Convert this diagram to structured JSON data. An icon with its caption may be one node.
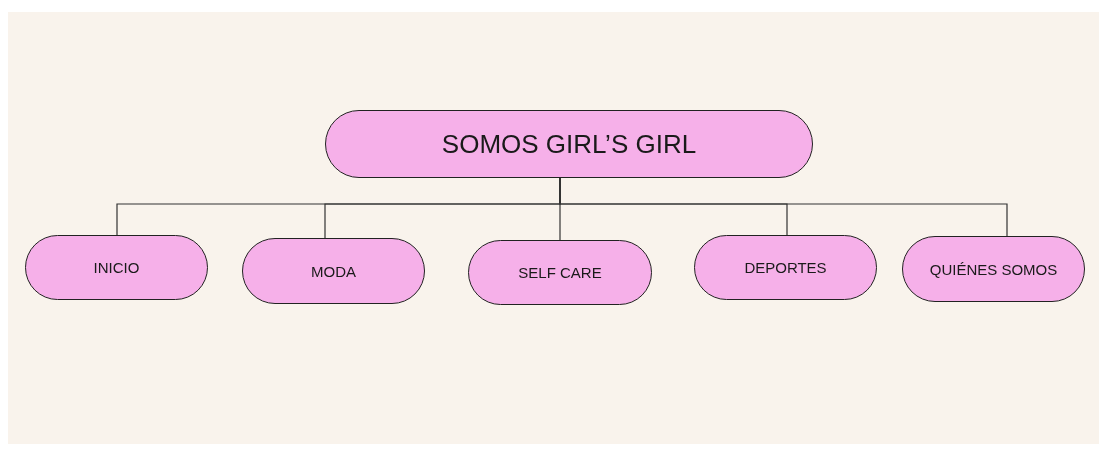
{
  "diagram": {
    "nodes": [
      {
        "text": [
          "SOMOS GIRL’S GIRL"
        ]
      },
      {
        "text": [
          "INICIO"
        ]
      },
      {
        "text": [
          "MODA"
        ]
      },
      {
        "text": [
          "SELF CARE"
        ]
      },
      {
        "text": [
          "DEPORTES"
        ]
      },
      {
        "text": [
          "QUIÉNES SOMOS"
        ]
      }
    ],
    "edges": [
      {
        "from": 0,
        "to": 1,
        "arrow": "none"
      },
      {
        "from": 0,
        "to": 2,
        "arrow": "none"
      },
      {
        "from": 0,
        "to": 3,
        "arrow": "none"
      },
      {
        "from": 0,
        "to": 4,
        "arrow": "none"
      },
      {
        "from": 0,
        "to": 5,
        "arrow": "none"
      }
    ]
  }
}
